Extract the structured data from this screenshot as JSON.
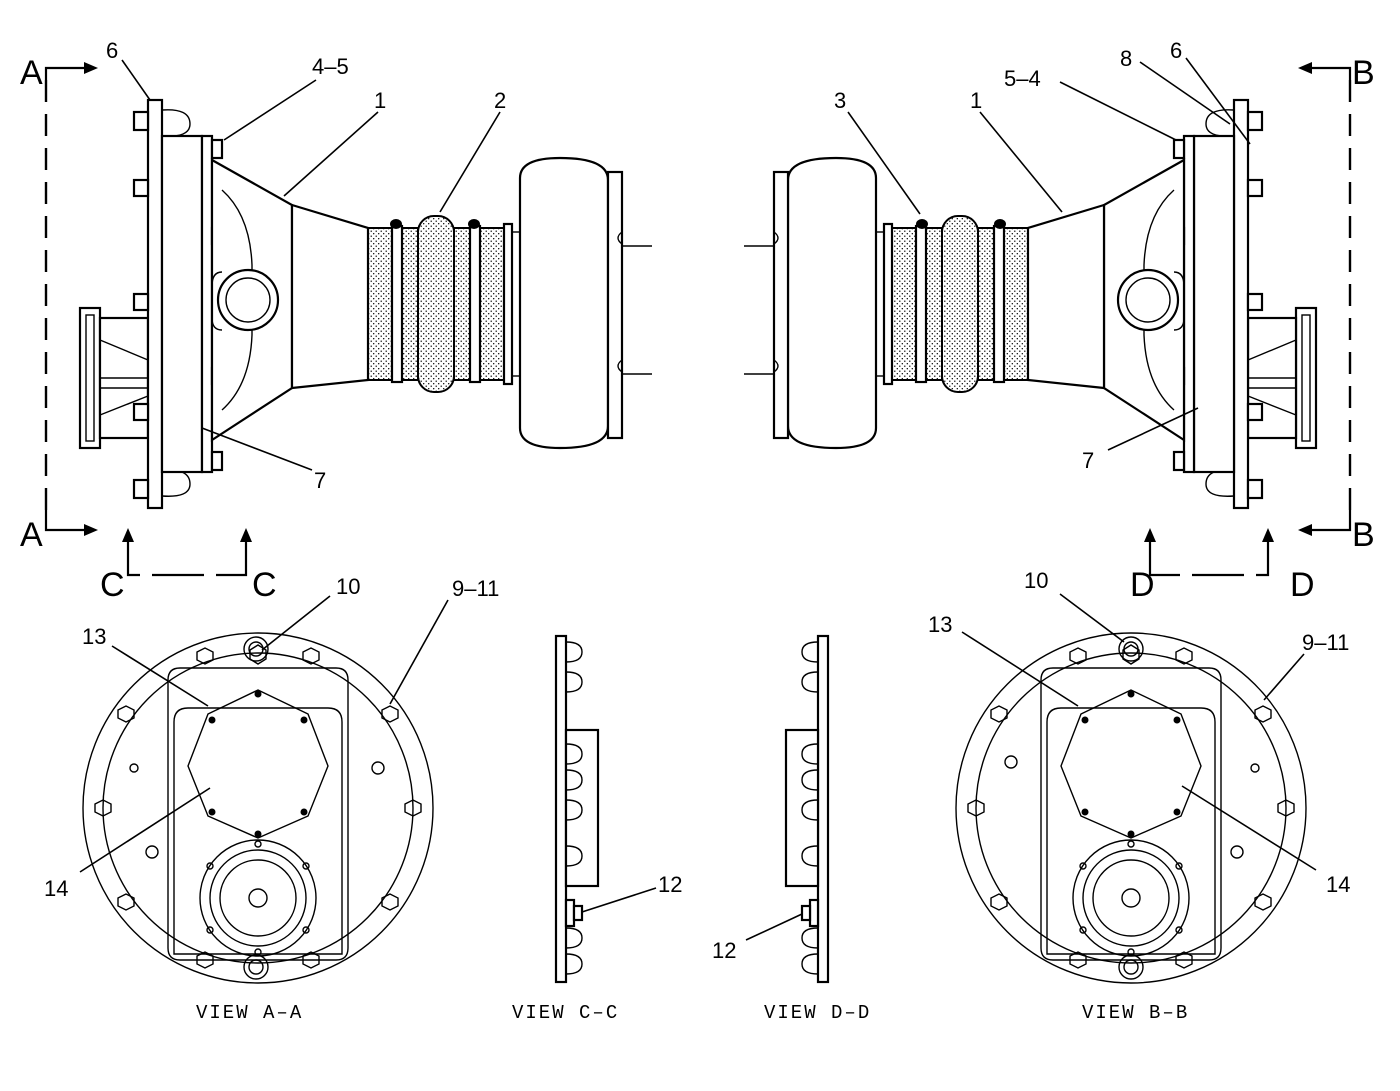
{
  "section_letters": {
    "a_top": "A",
    "a_bottom": "A",
    "b_top": "B",
    "b_bottom": "B",
    "c_left": "C",
    "c_right": "C",
    "d_left": "D",
    "d_right": "D"
  },
  "callouts": {
    "left_6": "6",
    "left_4_5": "4–5",
    "left_1": "1",
    "left_2": "2",
    "left_7": "7",
    "right_3": "3",
    "right_1": "1",
    "right_5_4": "5–4",
    "right_8": "8",
    "right_6": "6",
    "right_7": "7",
    "view_a_10": "10",
    "view_a_9_11": "9–11",
    "view_a_13": "13",
    "view_a_14": "14",
    "view_c_12": "12",
    "view_d_12": "12",
    "view_b_10": "10",
    "view_b_9_11": "9–11",
    "view_b_13": "13",
    "view_b_14": "14"
  },
  "view_titles": {
    "a": "VIEW A–A",
    "c": "VIEW C–C",
    "d": "VIEW D–D",
    "b": "VIEW B–B"
  }
}
